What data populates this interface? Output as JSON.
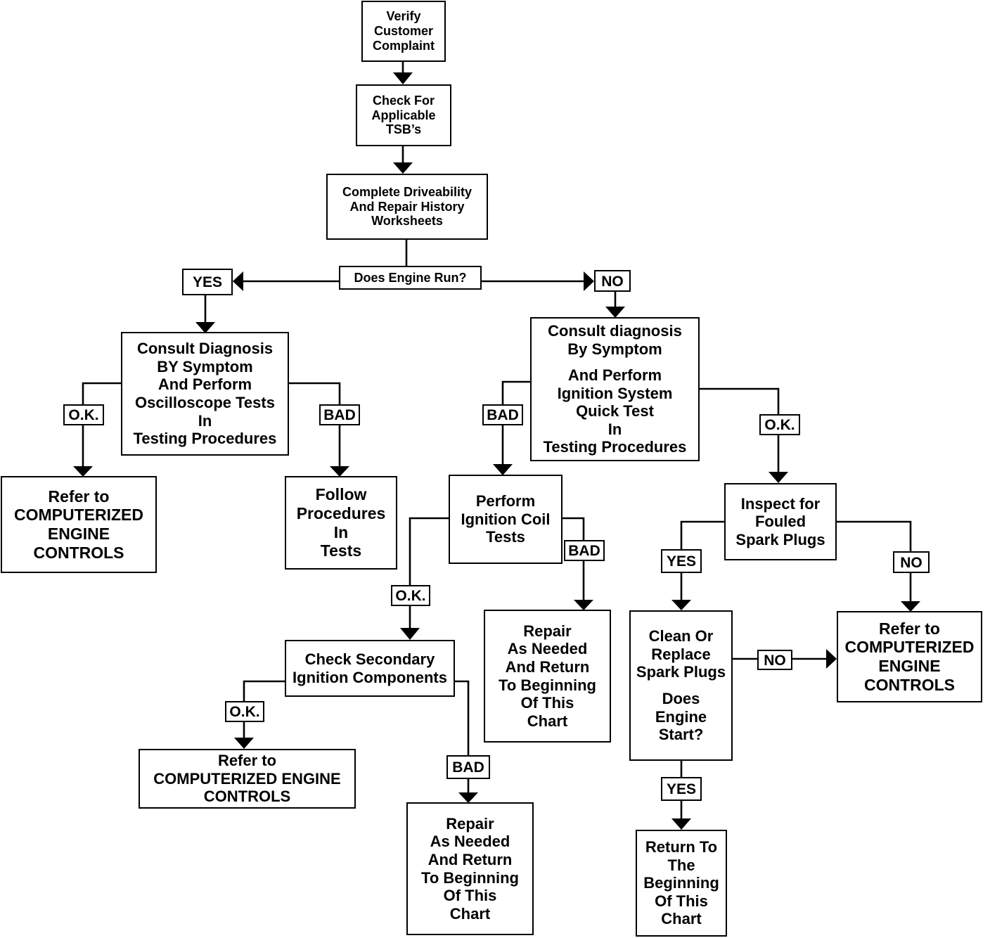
{
  "nodes": {
    "verify": [
      "Verify",
      "Customer",
      "Complaint"
    ],
    "tsb": [
      "Check For",
      "Applicable",
      "TSB’s"
    ],
    "worksheets": [
      "Complete Driveability",
      "And Repair History",
      "Worksheets"
    ],
    "engine_run": [
      "Does Engine Run?"
    ],
    "consult_osc": [
      "Consult Diagnosis",
      "BY  Symptom",
      "And Perform",
      "Oscilloscope Tests",
      "In",
      "Testing Procedures"
    ],
    "refer_ce_1": [
      "Refer to",
      "COMPUTERIZED",
      "ENGINE",
      "CONTROLS"
    ],
    "follow_proc": [
      "Follow",
      "Procedures",
      "In",
      "Tests"
    ],
    "consult_ign": [
      "Consult diagnosis",
      "By Symptom",
      "",
      "And Perform",
      "Ignition System",
      "Quick Test",
      "In",
      "Testing Procedures"
    ],
    "coil_tests": [
      "Perform",
      "Ignition Coil",
      "Tests"
    ],
    "secondary": [
      "Check Secondary",
      "Ignition Components"
    ],
    "refer_ce_2": [
      "Refer to",
      "COMPUTERIZED ENGINE",
      "CONTROLS"
    ],
    "repair_1": [
      "Repair",
      "As Needed",
      "And Return",
      "To Beginning",
      "Of This",
      "Chart"
    ],
    "repair_2": [
      "Repair",
      "As Needed",
      "And Return",
      "To Beginning",
      "Of This",
      "Chart"
    ],
    "inspect": [
      "Inspect for",
      "Fouled",
      "Spark Plugs"
    ],
    "clean": [
      "Clean Or",
      "Replace",
      "Spark Plugs",
      "",
      "Does",
      "Engine",
      "Start?"
    ],
    "refer_ce_3": [
      "Refer to",
      "COMPUTERIZED",
      "ENGINE",
      "CONTROLS"
    ],
    "return_begin": [
      "Return To",
      "The",
      "Beginning",
      "Of This",
      "Chart"
    ]
  },
  "labels": {
    "yes_run": "YES",
    "no_run": "NO",
    "ok_osc": "O.K.",
    "bad_osc": "BAD",
    "bad_ign": "BAD",
    "ok_ign": "O.K.",
    "bad_coil": "BAD",
    "ok_coil": "O.K.",
    "ok_sec": "O.K.",
    "bad_sec": "BAD",
    "yes_fouled": "YES",
    "no_fouled": "NO",
    "no_start": "NO",
    "yes_start": "YES"
  }
}
